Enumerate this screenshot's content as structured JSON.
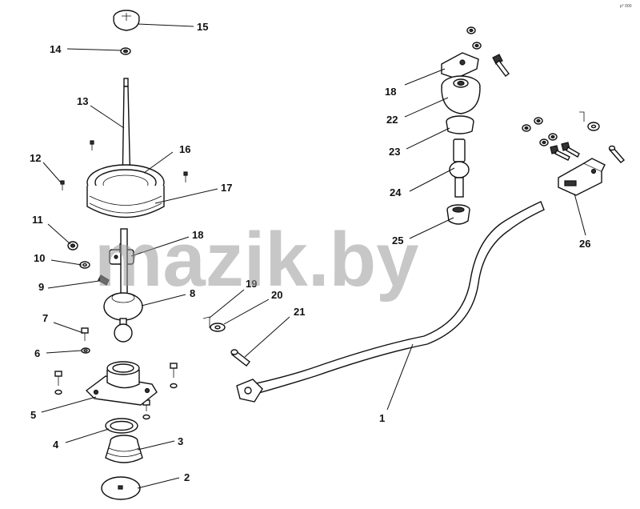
{
  "watermark": "mazik.by",
  "corner_code": "p° 000",
  "labels": {
    "l1": "1",
    "l2": "2",
    "l3": "3",
    "l4": "4",
    "l5": "5",
    "l6": "6",
    "l7": "7",
    "l8": "8",
    "l9": "9",
    "l10": "10",
    "l11": "11",
    "l12": "12",
    "l13": "13",
    "l14": "14",
    "l15": "15",
    "l16": "16",
    "l17": "17",
    "l18a": "18",
    "l18b": "18",
    "l19": "19",
    "l20": "20",
    "l21": "21",
    "l22": "22",
    "l23": "23",
    "l24": "24",
    "l25": "25",
    "l26": "26"
  }
}
